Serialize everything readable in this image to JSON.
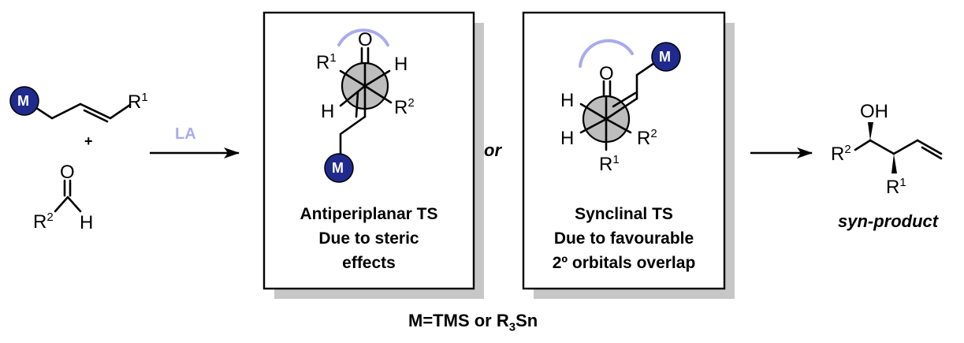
{
  "colors": {
    "metal_circle": "#1f2a8c",
    "arc_highlight": "#a8acec",
    "newman_circle": "#bdbdbd",
    "panel_shadow": "#c7c7c7",
    "la_text": "#a8acec"
  },
  "reactants": {
    "metal": "M",
    "r1": "R",
    "r1_sup": "1",
    "plus": "+",
    "aldehyde_o": "O",
    "aldehyde_r": "R",
    "aldehyde_r_sup": "2",
    "aldehyde_h": "H"
  },
  "arrow_label": "LA",
  "or_text": "or",
  "panel_left": {
    "o": "O",
    "r1": "R",
    "r1_sup": "1",
    "h_top": "H",
    "h_left": "H",
    "r2": "R",
    "r2_sup": "2",
    "metal": "M",
    "caption_line1": "Antiperiplanar TS",
    "caption_line2": "Due to steric",
    "caption_line3": "effects"
  },
  "panel_right": {
    "o": "O",
    "metal": "M",
    "h_top": "H",
    "h_bottom": "H",
    "r2": "R",
    "r2_sup": "2",
    "r1": "R",
    "r1_sup": "1",
    "caption_line1": "Synclinal TS",
    "caption_line2": "Due to favourable",
    "caption_line3": "2º orbitals overlap"
  },
  "product": {
    "oh": "OH",
    "r2": "R",
    "r2_sup": "2",
    "r1": "R",
    "r1_sup": "1",
    "label": "syn-product"
  },
  "footnote": {
    "main": "M=TMS or R",
    "sub": "3",
    "tail": "Sn"
  }
}
